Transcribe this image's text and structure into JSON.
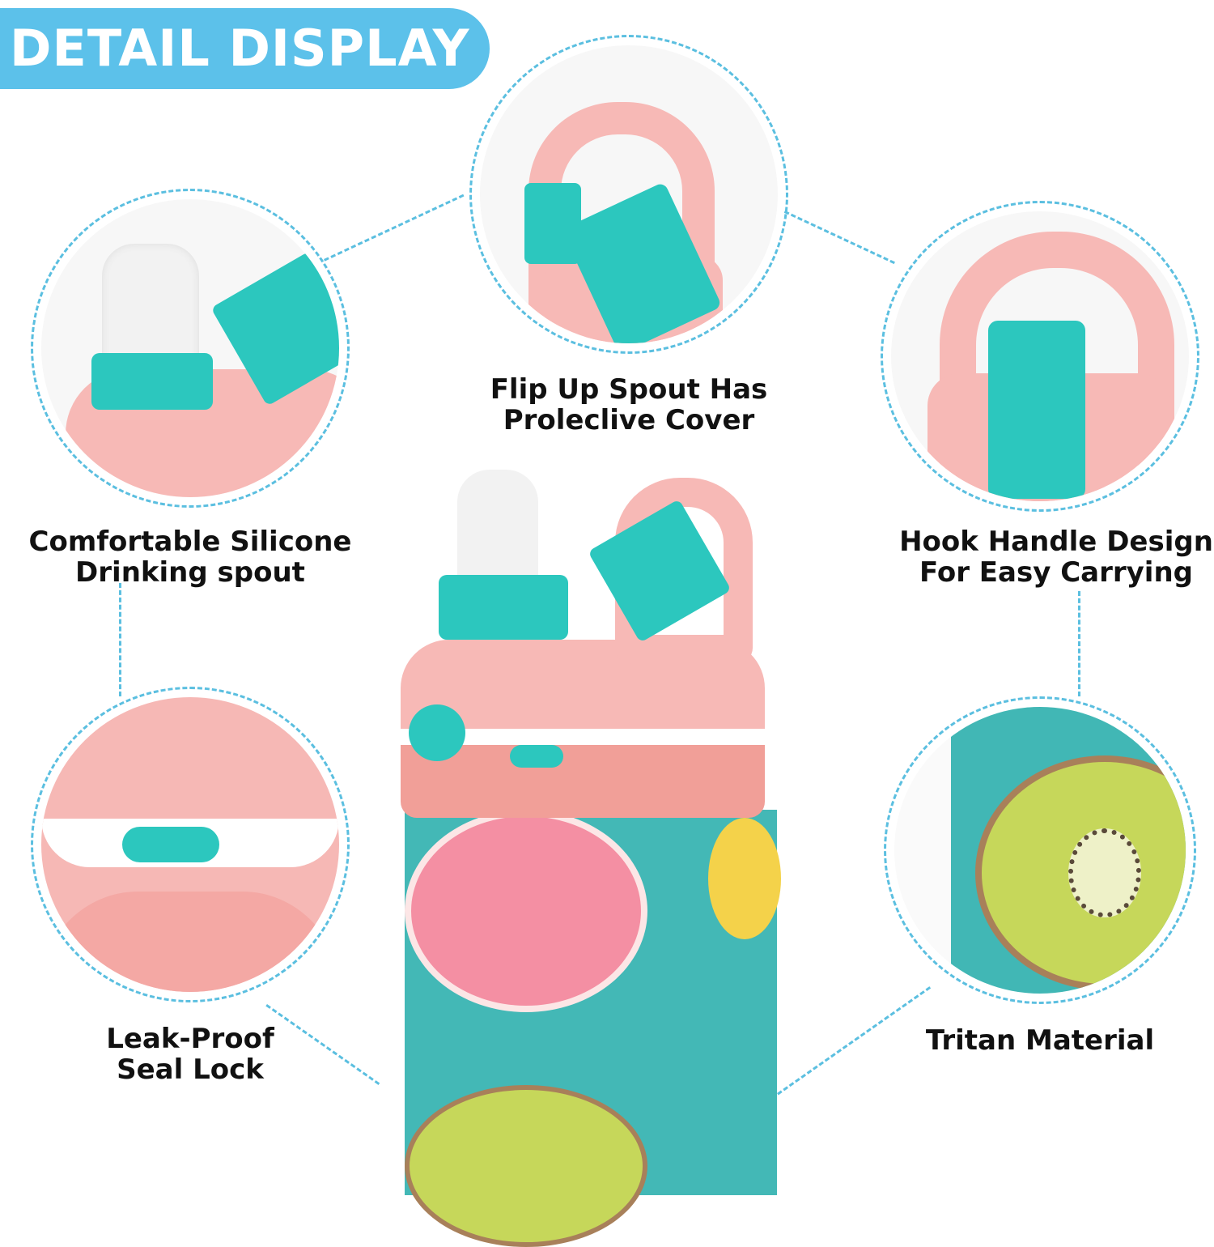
{
  "banner": {
    "title": "DETAIL DISPLAY"
  },
  "features": [
    {
      "line1": "Flip Up Spout Has",
      "line2": "Proleclive Cover"
    },
    {
      "line1": "Comfortable Silicone",
      "line2": "Drinking spout"
    },
    {
      "line1": "Hook Handle Design",
      "line2": "For Easy Carrying"
    },
    {
      "line1": "Leak-Proof",
      "line2": "Seal Lock"
    },
    {
      "line1": "Tritan Material"
    }
  ],
  "colors": {
    "accent": "#5cc1ea",
    "pink": "#f7b9b6",
    "teal": "#2cc7be"
  }
}
